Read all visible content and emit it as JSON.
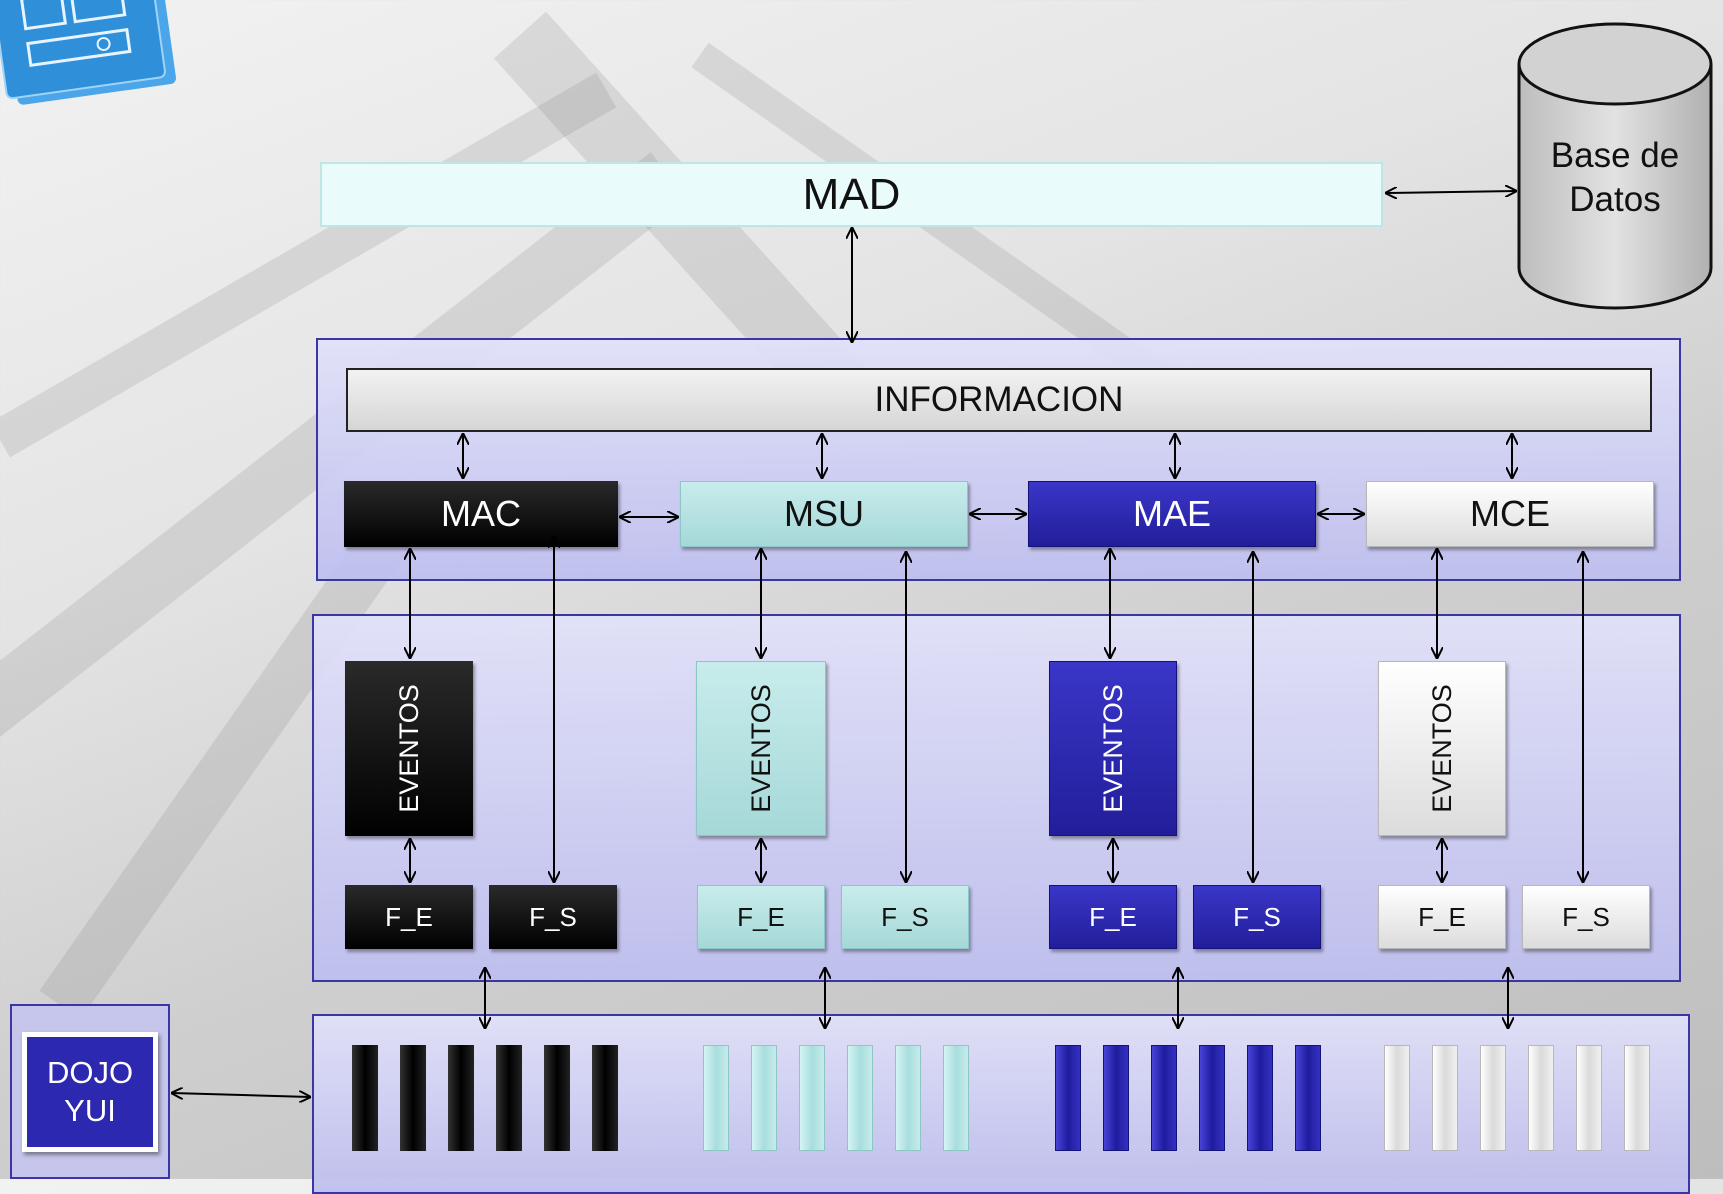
{
  "diagram": {
    "mad_label": "MAD",
    "database": {
      "line1": "Base de",
      "line2": "Datos"
    },
    "info_label": "INFORMACION",
    "modules": [
      {
        "label": "MAC",
        "theme": "black"
      },
      {
        "label": "MSU",
        "theme": "cyan"
      },
      {
        "label": "MAE",
        "theme": "blue"
      },
      {
        "label": "MCE",
        "theme": "white"
      }
    ],
    "events_label": "EVENTOS",
    "fe_label": "F_E",
    "fs_label": "F_S",
    "library": {
      "line1": "DOJO",
      "line2": "YUI"
    },
    "colors": {
      "black": "#000000",
      "cyan": "#a6d8d8",
      "blue": "#221e9a",
      "white": "#f5f5f5",
      "panel_border": "#3a36a8"
    }
  }
}
